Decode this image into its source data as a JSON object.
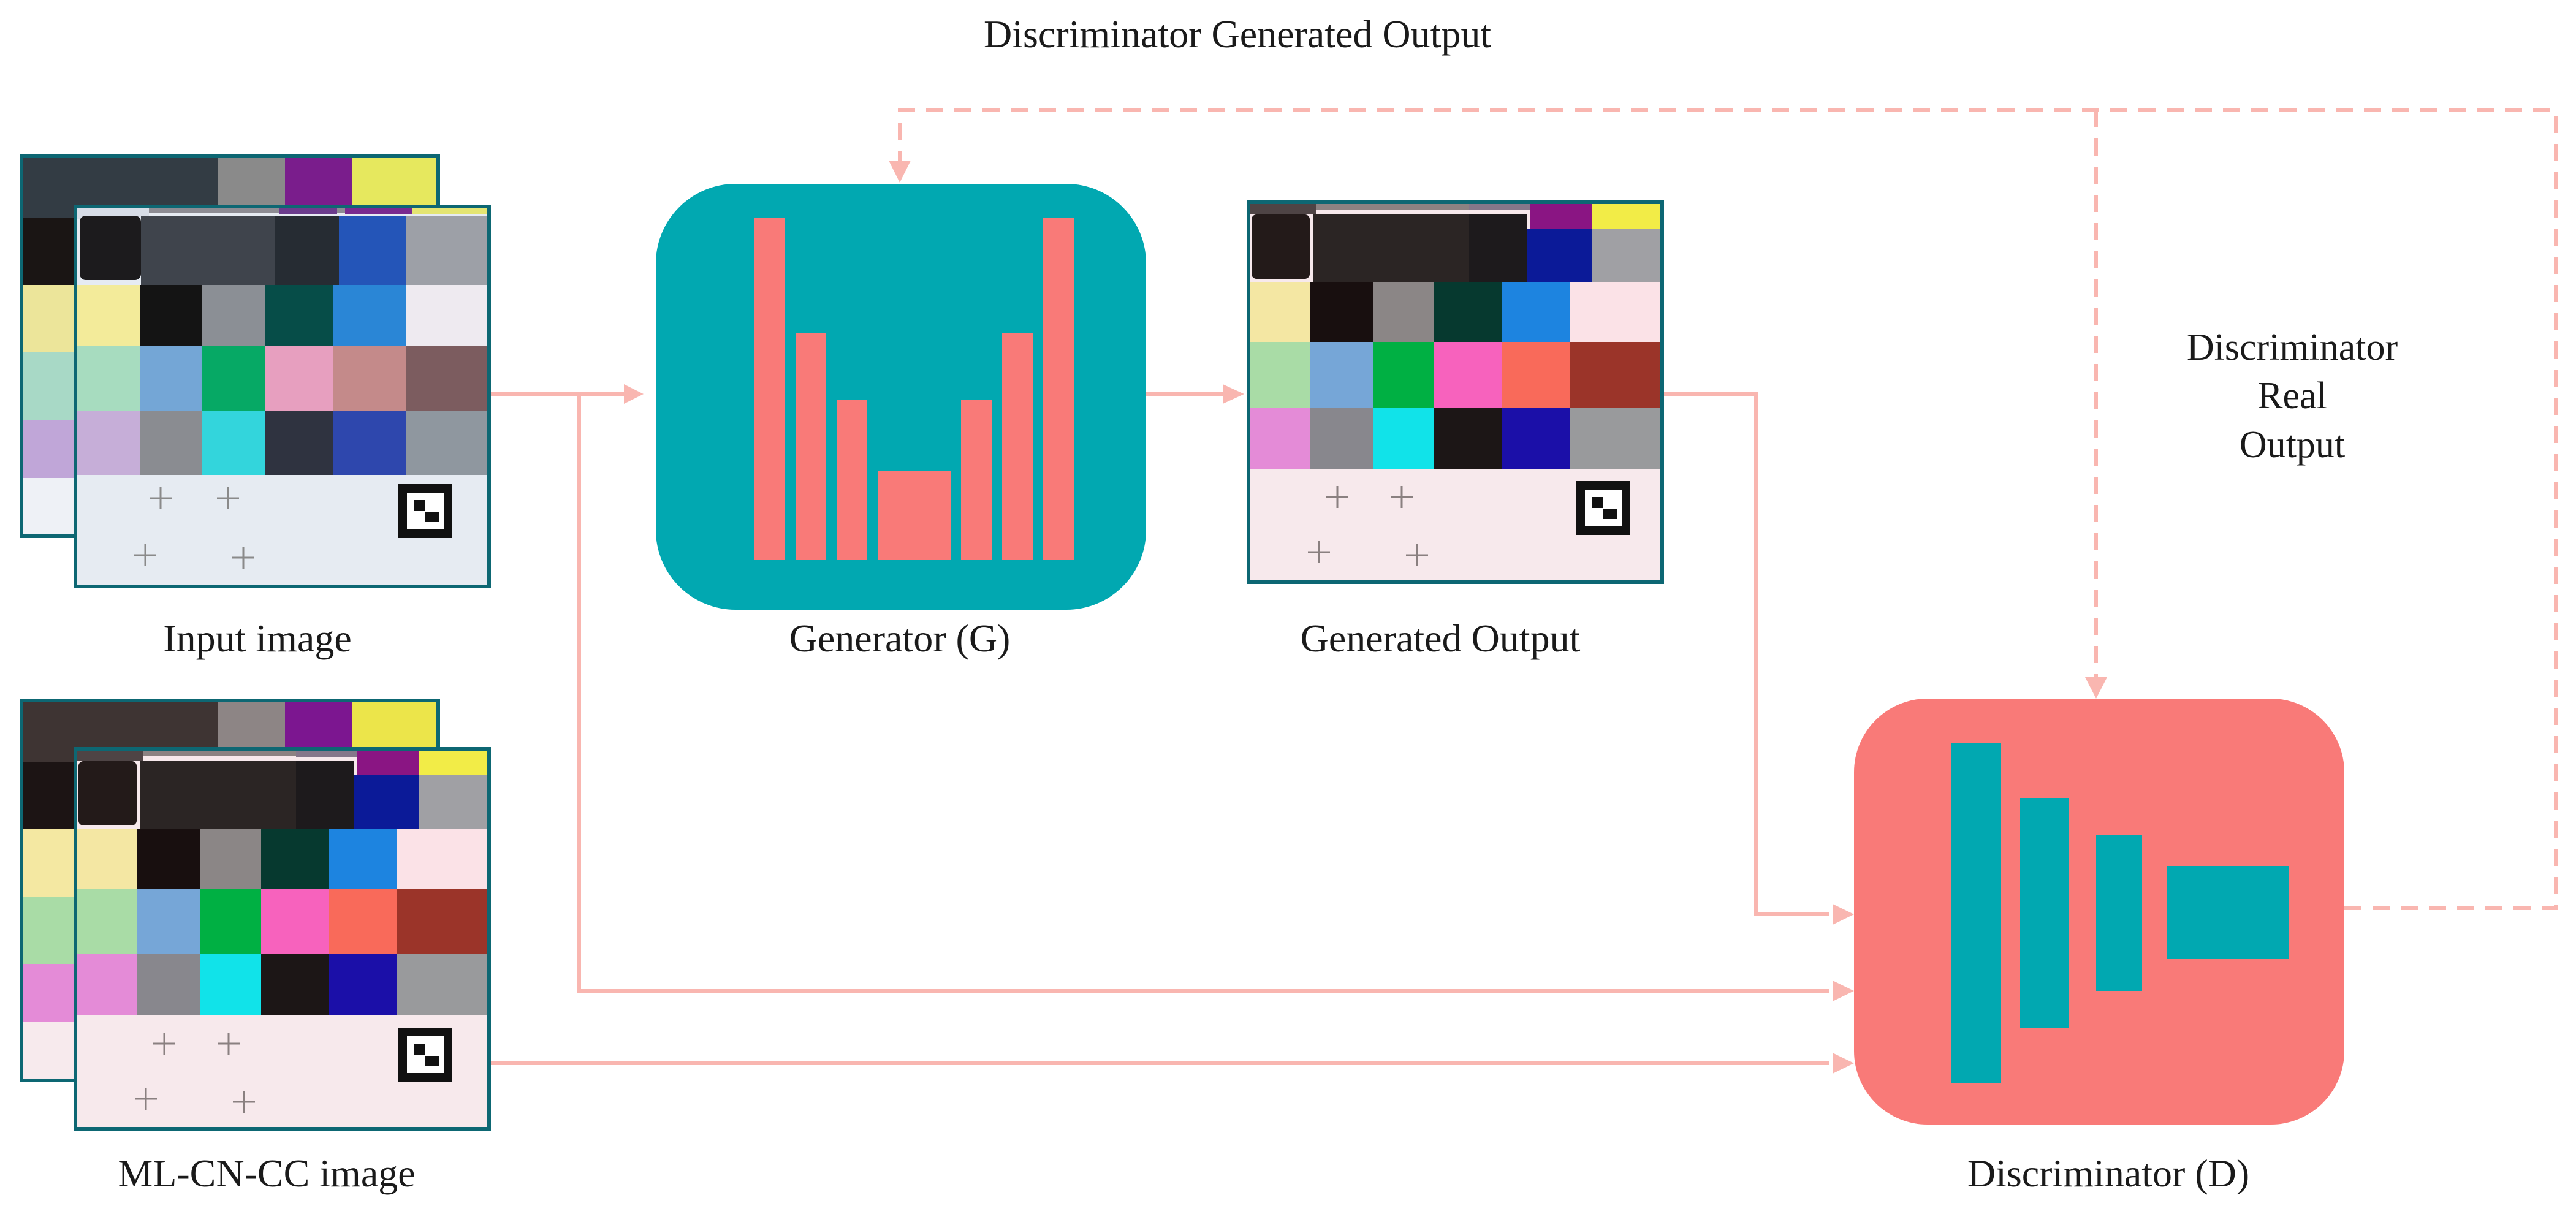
{
  "labels": {
    "input_image": "Input image",
    "generator": "Generator (G)",
    "generated_output": "Generated Output",
    "ml_cn_cc_image": "ML-CN-CC image",
    "discriminator": "Discriminator (D)",
    "discriminator_generated_output": "Discriminator Generated Output",
    "discriminator_real_output": [
      "Discriminator",
      "Real",
      "Output"
    ]
  },
  "colors": {
    "teal": "#01a8b1",
    "coral": "#f97a78",
    "arrow": "#f9b6b0",
    "frame": "#0d6773"
  },
  "icons": {
    "generator_glyph": "encoder-decoder-bars",
    "discriminator_glyph": "funnel-bars",
    "color_checker": "color-checker-chart"
  }
}
